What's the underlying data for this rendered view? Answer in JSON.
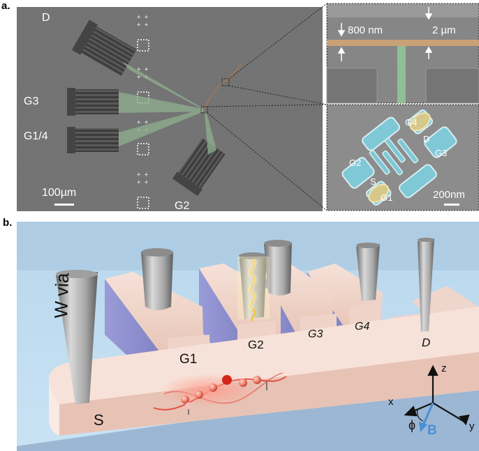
{
  "panel_a": {
    "label": "a.",
    "labels": {
      "d": "D",
      "g3": "G3",
      "g14": "G1/4",
      "g2": "G2",
      "scale": "100µm"
    },
    "zoom_top": {
      "dim1": "800 nm",
      "dim2": "2 µm"
    },
    "zoom_bottom": {
      "g4": "G4",
      "d": "D",
      "g3": "G3",
      "g2": "G2",
      "s": "S",
      "g1": "G1",
      "scale": "200nm"
    }
  },
  "panel_b": {
    "label": "b.",
    "via_label": "W via",
    "gates": [
      "G1",
      "G2",
      "G3",
      "G4",
      "D"
    ],
    "source": "S",
    "axes": {
      "z": "z",
      "x": "x",
      "y": "y",
      "phi": "ϕ",
      "b": "B"
    }
  },
  "colors": {
    "sem_bg": "#6e6e6e",
    "gate_blue": "#8e8fcf",
    "gate_pink": "#efd3c8",
    "substrate_blue": "#b9d4e8",
    "wire_red": "#e33b2e",
    "b_arrow": "#4a8fd6"
  }
}
